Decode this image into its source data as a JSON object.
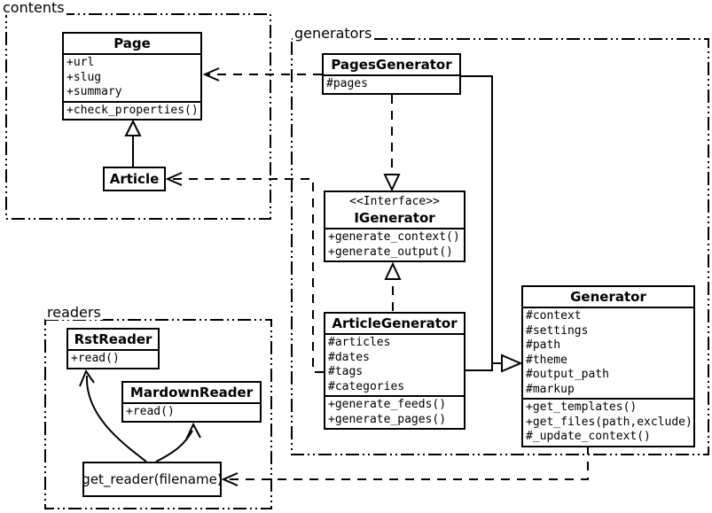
{
  "packages": {
    "contents": {
      "label": "contents"
    },
    "generators": {
      "label": "generators"
    },
    "readers": {
      "label": "readers"
    }
  },
  "classes": {
    "page": {
      "name": "Page",
      "attributes": [
        "+url",
        "+slug",
        "+summary"
      ],
      "methods": [
        "+check_properties()"
      ]
    },
    "article": {
      "name": "Article"
    },
    "pages_generator": {
      "name": "PagesGenerator",
      "attributes": [
        "#pages"
      ]
    },
    "igenerator": {
      "stereotype": "<<Interface>>",
      "name": "IGenerator",
      "methods": [
        "+generate_context()",
        "+generate_output()"
      ]
    },
    "article_generator": {
      "name": "ArticleGenerator",
      "attributes": [
        "#articles",
        "#dates",
        "#tags",
        "#categories"
      ],
      "methods": [
        "+generate_feeds()",
        "+generate_pages()"
      ]
    },
    "generator": {
      "name": "Generator",
      "attributes": [
        "#context",
        "#settings",
        "#path",
        "#theme",
        "#output_path",
        "#markup"
      ],
      "methods": [
        "+get_templates()",
        "+get_files(path,exclude)",
        "#_update_context()"
      ]
    },
    "rst_reader": {
      "name": "RstReader",
      "methods": [
        "+read()"
      ]
    },
    "mardown_reader": {
      "name": "MardownReader",
      "methods": [
        "+read()"
      ]
    },
    "get_reader": {
      "label": "get_reader(filename)"
    }
  },
  "relations": [
    {
      "from": "Article",
      "to": "Page",
      "type": "generalization"
    },
    {
      "from": "PagesGenerator",
      "to": "Page",
      "type": "dependency"
    },
    {
      "from": "ArticleGenerator",
      "to": "Article",
      "type": "dependency"
    },
    {
      "from": "PagesGenerator",
      "to": "IGenerator",
      "type": "realization"
    },
    {
      "from": "ArticleGenerator",
      "to": "IGenerator",
      "type": "realization"
    },
    {
      "from": "PagesGenerator",
      "to": "Generator",
      "type": "generalization"
    },
    {
      "from": "ArticleGenerator",
      "to": "Generator",
      "type": "generalization"
    },
    {
      "from": "Generator",
      "to": "get_reader(filename)",
      "type": "dependency"
    },
    {
      "from": "get_reader(filename)",
      "to": "RstReader",
      "type": "arrow"
    },
    {
      "from": "get_reader(filename)",
      "to": "MardownReader",
      "type": "arrow"
    }
  ],
  "colors": {
    "line": "#000000",
    "background": "#ffffff",
    "box_fill": "#ffffff"
  }
}
